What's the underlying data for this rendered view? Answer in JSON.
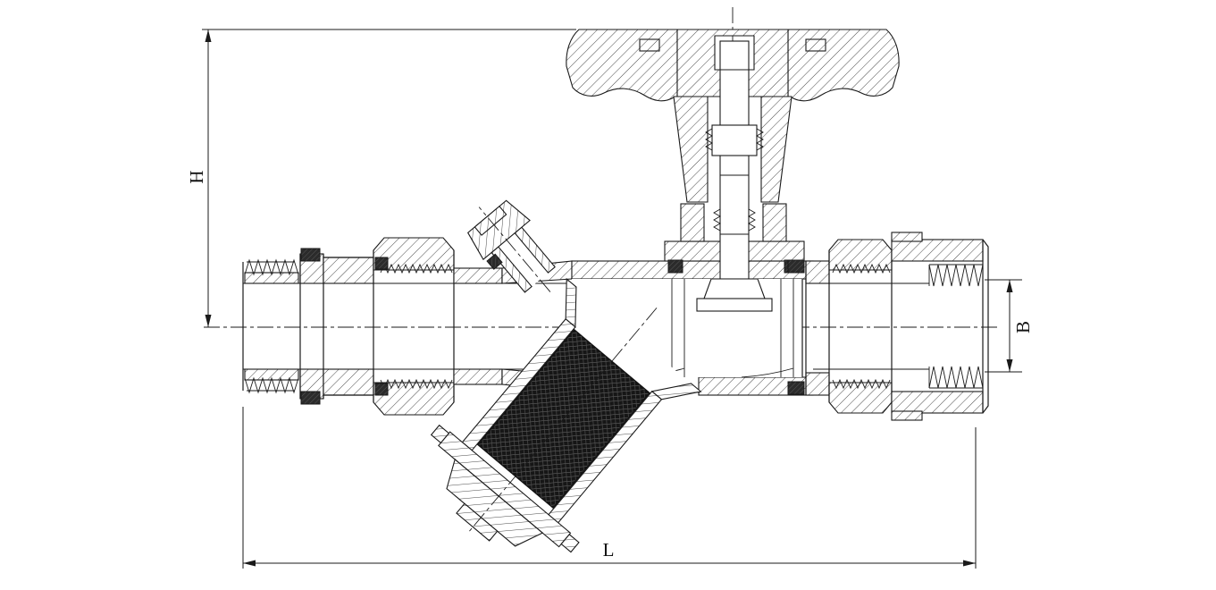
{
  "drawing": {
    "dimension_labels": {
      "height": "H",
      "bore": "B",
      "length": "L"
    }
  },
  "colors": {
    "line": "#1a1a1a",
    "background": "#ffffff",
    "mesh_dark": "#161616"
  }
}
